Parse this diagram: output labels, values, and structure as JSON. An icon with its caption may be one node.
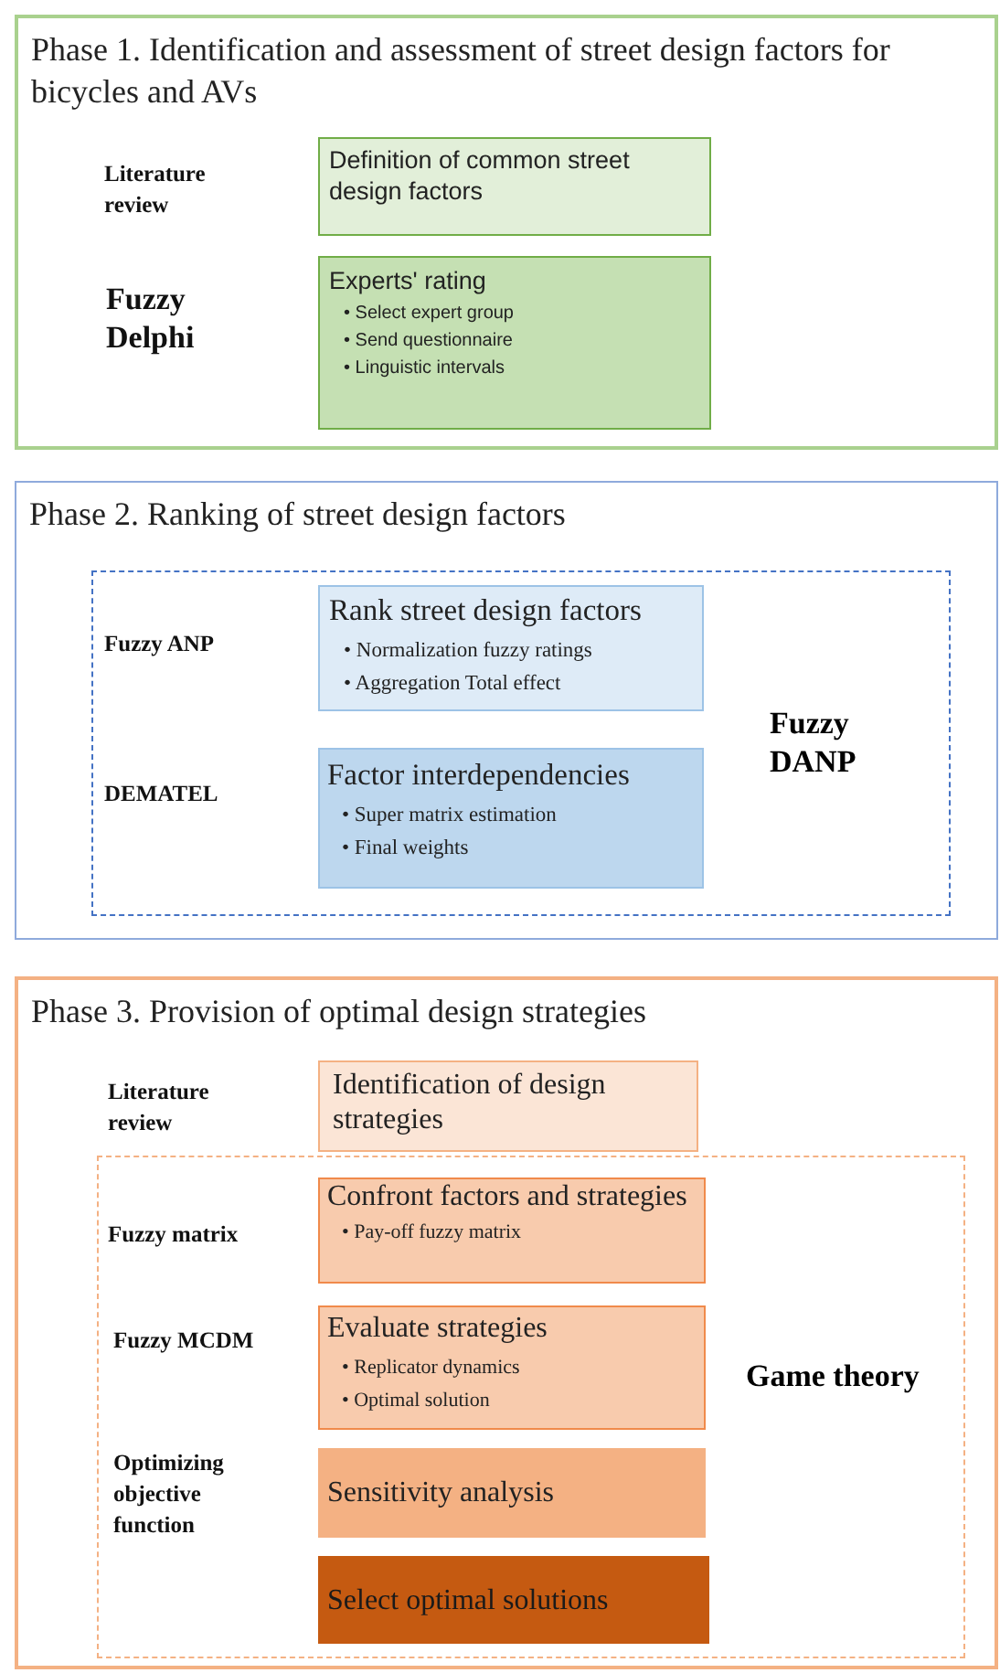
{
  "diagram": {
    "nodes": [
      {
        "text": [
          "Phase 1. Identification and assessment of street design factors for bicycles and AVs"
        ]
      },
      {
        "text": [
          "Definition of common street design factors"
        ],
        "in": 0
      },
      {
        "text": [
          "Experts' rating",
          "• Select expert group",
          "• Send questionnaire",
          "• Linguistic intervals"
        ],
        "in": 0
      },
      {
        "text": [
          "Phase 2. Ranking of street design factors"
        ]
      },
      {
        "text": [
          "Fuzzy DANP"
        ],
        "in": 3
      },
      {
        "text": [
          "Rank street design factors",
          "• Normalization fuzzy ratings",
          "• Aggregation Total effect"
        ],
        "in": 4
      },
      {
        "text": [
          "Factor interdependencies",
          "• Super matrix estimation",
          "• Final weights"
        ],
        "in": 4
      },
      {
        "text": [
          "Phase 3. Provision of optimal design strategies"
        ]
      },
      {
        "text": [
          "Identification of design strategies"
        ],
        "in": 7
      },
      {
        "text": [
          "Game theory"
        ],
        "in": 7
      },
      {
        "text": [
          "Confront factors and strategies",
          "• Pay-off fuzzy matrix"
        ],
        "in": 9
      },
      {
        "text": [
          "Evaluate strategies",
          "• Replicator dynamics",
          "• Optimal solution"
        ],
        "in": 9
      },
      {
        "text": [
          "Sensitivity analysis"
        ],
        "in": 9
      },
      {
        "text": [
          "Select optimal solutions"
        ],
        "in": 9
      }
    ],
    "labels": [
      "Literature review",
      "Fuzzy Delphi",
      "Fuzzy ANP",
      "DEMATEL",
      "Literature review",
      "Fuzzy matrix",
      "Fuzzy MCDM",
      "Optimizing objective function"
    ]
  }
}
